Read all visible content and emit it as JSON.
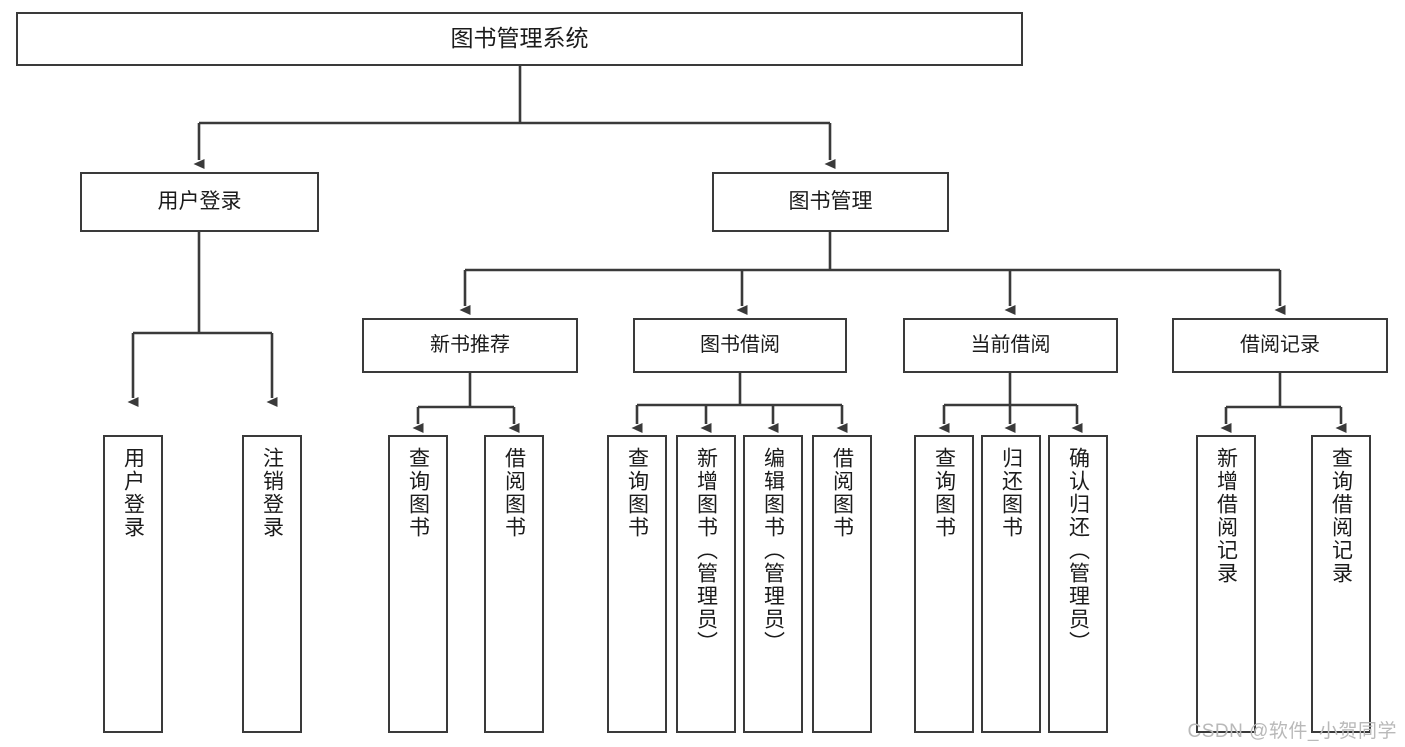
{
  "diagram": {
    "title": "图书管理系统",
    "type": "tree-hierarchy",
    "watermark": "CSDN @软件_小贺同学",
    "colors": {
      "box_border": "#3a3a3a",
      "box_fill": "#ffffff",
      "edge": "#3a3a3a",
      "text": "#1b1b1b",
      "watermark": "#b9b9b9"
    },
    "root": {
      "label": "图书管理系统"
    },
    "level1": [
      {
        "id": "user-login",
        "label": "用户登录"
      },
      {
        "id": "book-manage",
        "label": "图书管理"
      }
    ],
    "level2": [
      {
        "id": "new-book-recommend",
        "label": "新书推荐",
        "parent": "book-manage"
      },
      {
        "id": "book-borrow",
        "label": "图书借阅",
        "parent": "book-manage"
      },
      {
        "id": "current-borrow",
        "label": "当前借阅",
        "parent": "book-manage"
      },
      {
        "id": "borrow-record",
        "label": "借阅记录",
        "parent": "book-manage"
      }
    ],
    "leaves": {
      "user_login": [
        {
          "id": "leaf-user-login",
          "label": "用户登录"
        },
        {
          "id": "leaf-user-logout",
          "label": "注销登录"
        }
      ],
      "new_book_recommend": [
        {
          "id": "leaf-query-book-1",
          "label": "查询图书"
        },
        {
          "id": "leaf-borrow-book-1",
          "label": "借阅图书"
        }
      ],
      "book_borrow": [
        {
          "id": "leaf-query-book-2",
          "label": "查询图书"
        },
        {
          "id": "leaf-add-book",
          "label": "新增图书（管理员）"
        },
        {
          "id": "leaf-edit-book",
          "label": "编辑图书（管理员）"
        },
        {
          "id": "leaf-borrow-book-2",
          "label": "借阅图书"
        }
      ],
      "current_borrow": [
        {
          "id": "leaf-query-book-3",
          "label": "查询图书"
        },
        {
          "id": "leaf-return-book",
          "label": "归还图书"
        },
        {
          "id": "leaf-confirm-return",
          "label": "确认归还（管理员）"
        }
      ],
      "borrow_record": [
        {
          "id": "leaf-add-borrow-record",
          "label": "新增借阅记录"
        },
        {
          "id": "leaf-query-borrow-record",
          "label": "查询借阅记录"
        }
      ]
    }
  }
}
